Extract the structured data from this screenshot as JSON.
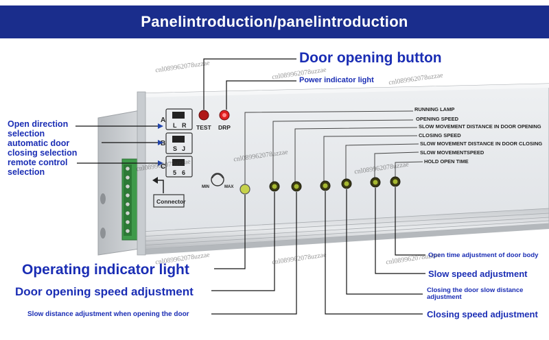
{
  "banner": {
    "title": "Panelintroduction/panelintroduction"
  },
  "callouts": {
    "door_opening_button": "Door opening button",
    "power_indicator_light": "Power indicator light",
    "open_direction_selection": "Open direction selection automatic door closing selection remote control selection",
    "operating_indicator_light": "Operating indicator light",
    "door_opening_speed_adjustment": "Door opening speed adjustment",
    "slow_distance_opening": "Slow distance adjustment when opening the door",
    "open_time_adjustment": "Open time adjustment of door body",
    "slow_speed_adjustment": "Slow speed adjustment",
    "closing_slow_distance": "Closing the door slow distance adjustment",
    "closing_speed_adjustment": "Closing speed adjustment"
  },
  "panel": {
    "buttons": {
      "test": "TEST",
      "drp": "DRP"
    },
    "selectors": [
      {
        "letter": "A",
        "left": "L",
        "right": "R"
      },
      {
        "letter": "B",
        "left": "S",
        "right": "J"
      },
      {
        "letter": "C",
        "left": "5",
        "right": "6"
      }
    ],
    "connector": "Connector",
    "knob": {
      "min": "MIN",
      "max": "MAX"
    },
    "legend": [
      "RUNNING LAMP",
      "OPENING SPEED",
      "SLOW MOVEMENT DISTANCE IN DOOR OPENING",
      "CLOSING SPEED",
      "SLOW MOVEMENT DISTANCE IN DOOR CLOSING",
      "SLOW MOVEMENTSPEED",
      "HOLD OPEN TIME"
    ]
  },
  "watermark": "cnl089962078uzzae",
  "colors": {
    "banner": "#1a2d8c",
    "label_text": "#1a2db4",
    "lamp": "#c6d24a",
    "knob_led": "#a6b830",
    "drp_led": "#e02020",
    "test_led": "#b01818"
  }
}
